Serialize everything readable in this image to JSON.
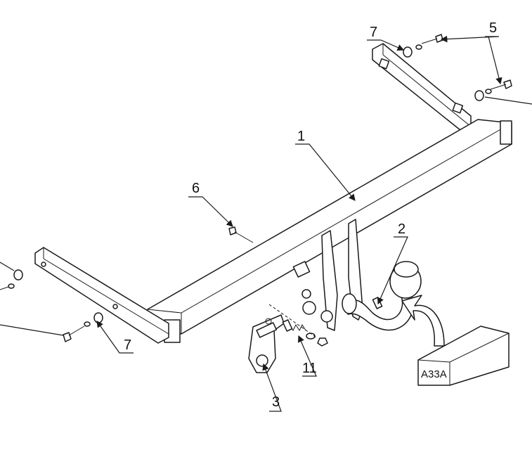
{
  "callouts": {
    "part_1": "1",
    "part_2": "2",
    "part_3": "3",
    "part_5": "5",
    "part_6": "6",
    "part_7_top": "7",
    "part_7_bottom": "7",
    "part_11": "11"
  },
  "electrical_box_label": "A33A"
}
